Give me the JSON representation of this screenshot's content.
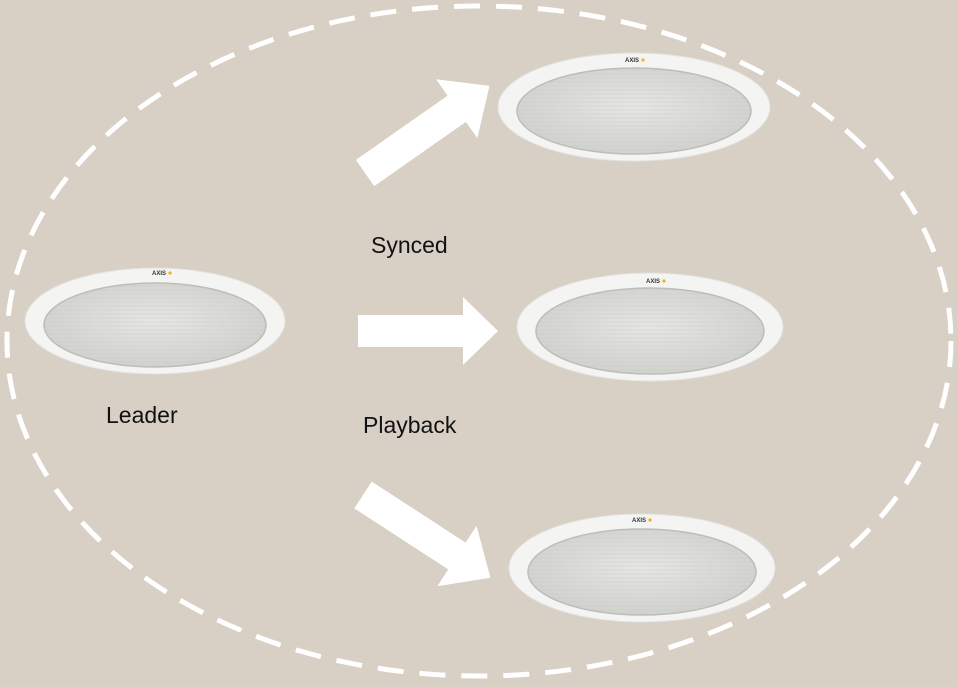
{
  "diagram": {
    "labels": {
      "leader": "Leader",
      "synced": "Synced",
      "playback": "Playback"
    },
    "brand_text": "AXIS",
    "colors": {
      "background": "#d8cfc5",
      "boundary_dash": "#ffffff",
      "arrow": "#ffffff",
      "speaker_ring": "#f4f4f2",
      "speaker_grille": "#dcdcda",
      "brand_accent": "#f2b21a"
    },
    "nodes": [
      {
        "id": "leader",
        "role": "Leader",
        "icon": "ceiling-speaker-icon"
      },
      {
        "id": "follower-top",
        "icon": "ceiling-speaker-icon"
      },
      {
        "id": "follower-middle",
        "icon": "ceiling-speaker-icon"
      },
      {
        "id": "follower-bottom",
        "icon": "ceiling-speaker-icon"
      }
    ],
    "edges": [
      {
        "from": "leader",
        "to": "follower-top",
        "icon": "arrow-icon"
      },
      {
        "from": "leader",
        "to": "follower-middle",
        "icon": "arrow-icon"
      },
      {
        "from": "leader",
        "to": "follower-bottom",
        "icon": "arrow-icon"
      }
    ]
  }
}
